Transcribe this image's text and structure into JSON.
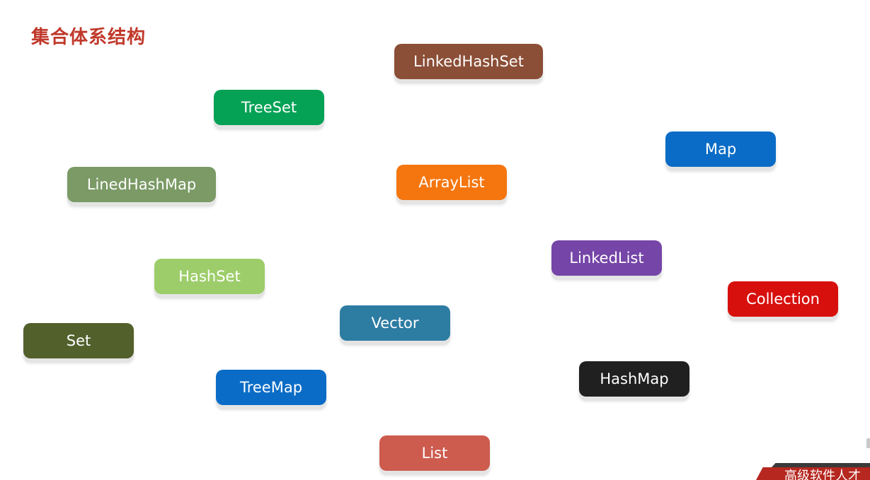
{
  "title": "集合体系结构",
  "colors": {
    "title": "#c0392b",
    "LinkedHashSet": "#8b4e36",
    "TreeSet": "#05a256",
    "Map": "#0a6cc6",
    "LinedHashMap": "#7b9a66",
    "ArrayList": "#f5760f",
    "LinkedList": "#7545a7",
    "HashSet": "#9dcd6a",
    "Collection": "#d7100e",
    "Vector": "#2d7ca2",
    "Set": "#52602c",
    "HashMap": "#202020",
    "TreeMap": "#0a6cc6",
    "List": "#cd5b4e"
  },
  "nodes": {
    "linked_hash_set": "LinkedHashSet",
    "tree_set": "TreeSet",
    "map": "Map",
    "lined_hash_map": "LinedHashMap",
    "array_list": "ArrayList",
    "linked_list": "LinkedList",
    "hash_set": "HashSet",
    "collection": "Collection",
    "vector": "Vector",
    "set": "Set",
    "hash_map": "HashMap",
    "tree_map": "TreeMap",
    "list": "List"
  },
  "footer_logo_text": "高级软件人才"
}
